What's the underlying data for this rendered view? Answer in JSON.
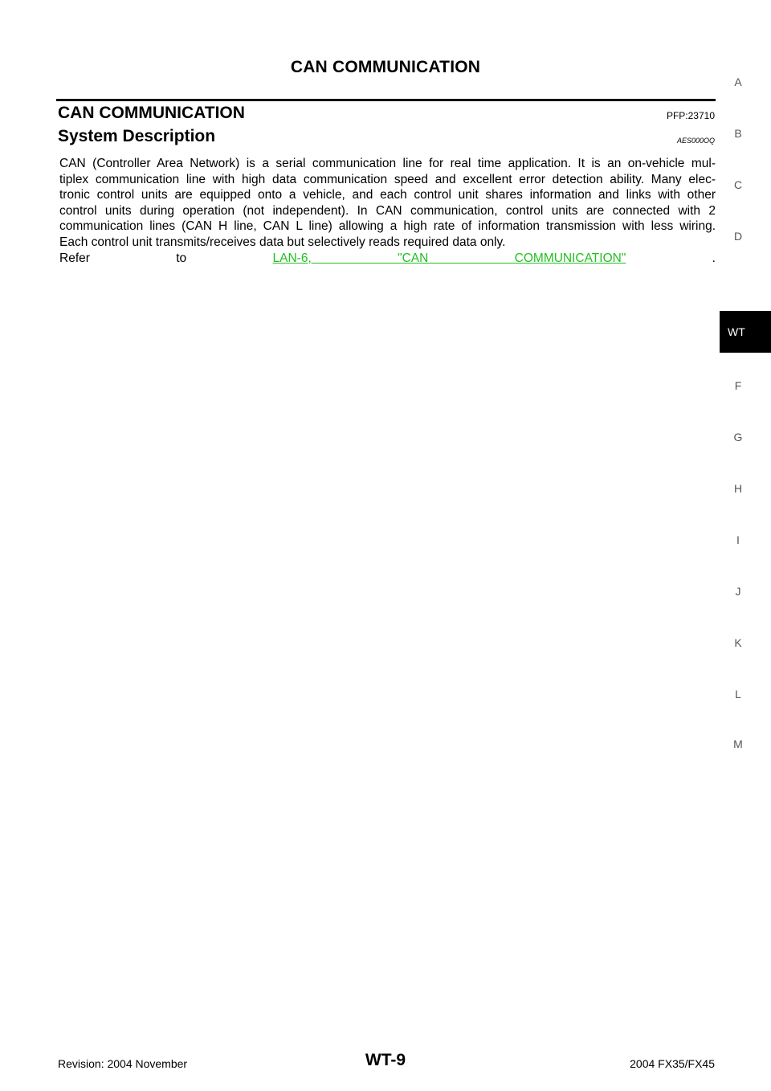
{
  "header": {
    "title": "CAN COMMUNICATION"
  },
  "section": {
    "title": "CAN COMMUNICATION",
    "code": "PFP:23710"
  },
  "subsection": {
    "title": "System Description",
    "code": "AES000OQ"
  },
  "body": {
    "paragraph_lines": [
      "CAN (Controller Area Network) is a serial communication line for real time application. It is an on-vehicle mul-",
      "tiplex communication line with high data communication speed and excellent error detection ability. Many elec-",
      "tronic control units are equipped onto a vehicle, and each control unit shares information and links with other",
      "control units during operation (not independent). In CAN communication, control units are connected with 2",
      "communication lines (CAN H line, CAN L line) allowing a high rate of information transmission with less wiring.",
      "Each control unit transmits/receives data but selectively reads required data only."
    ],
    "refer_prefix": "Refer to ",
    "refer_link": "LAN-6, \"CAN COMMUNICATION\"",
    "refer_suffix": " ."
  },
  "side_index": {
    "letters": [
      "A",
      "B",
      "C",
      "D",
      "F",
      "G",
      "H",
      "I",
      "J",
      "K",
      "L",
      "M"
    ],
    "active_tab": "WT"
  },
  "footer": {
    "revision": "Revision: 2004 November",
    "page_number": "WT-9",
    "model": "2004 FX35/FX45"
  },
  "colors": {
    "link": "#22c022",
    "text": "#000000",
    "tab_background": "#000000"
  }
}
